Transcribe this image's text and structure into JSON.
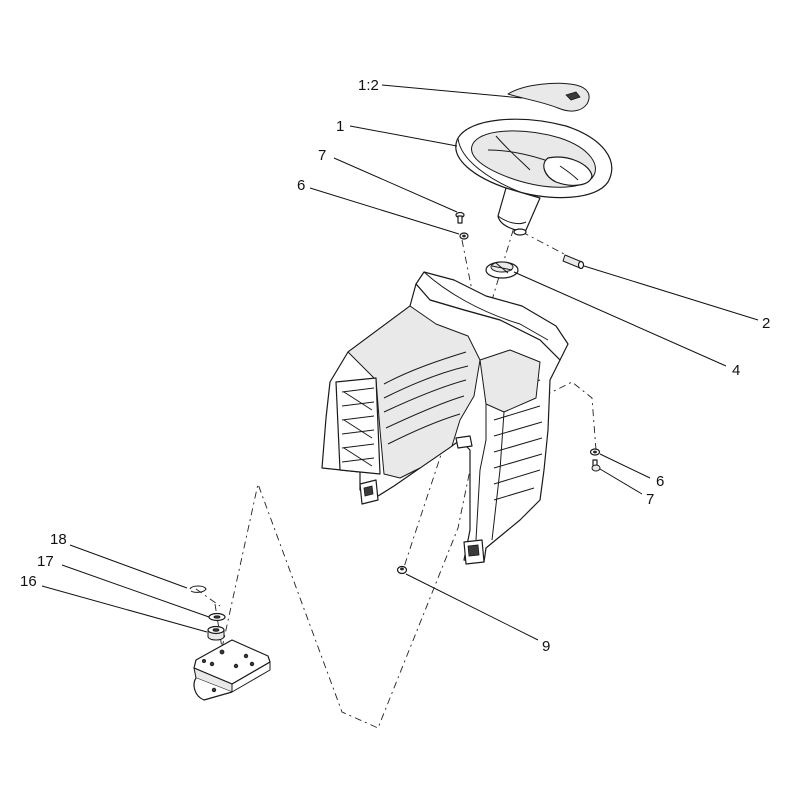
{
  "callouts": {
    "label_1_2": "1:2",
    "label_1": "1",
    "label_7_top": "7",
    "label_6_top": "6",
    "label_2": "2",
    "label_4": "4",
    "label_6_right": "6",
    "label_7_right": "7",
    "label_18": "18",
    "label_17": "17",
    "label_16": "16",
    "label_9": "9"
  },
  "colors": {
    "ink": "#111111",
    "background": "#ffffff",
    "shading": "#e9e9e9"
  },
  "parts": [
    {
      "callout": "1:2",
      "icon": "steering-wheel-cap-icon"
    },
    {
      "callout": "1",
      "icon": "steering-wheel-icon"
    },
    {
      "callout": "2",
      "icon": "roll-pin-icon"
    },
    {
      "callout": "4",
      "icon": "bushing-icon"
    },
    {
      "callout": "6",
      "icon": "washer-icon"
    },
    {
      "callout": "7",
      "icon": "screw-icon"
    },
    {
      "callout": "9",
      "icon": "nut-icon"
    },
    {
      "callout": "16",
      "icon": "bushing-icon"
    },
    {
      "callout": "17",
      "icon": "washer-icon"
    },
    {
      "callout": "18",
      "icon": "retaining-ring-icon"
    }
  ]
}
